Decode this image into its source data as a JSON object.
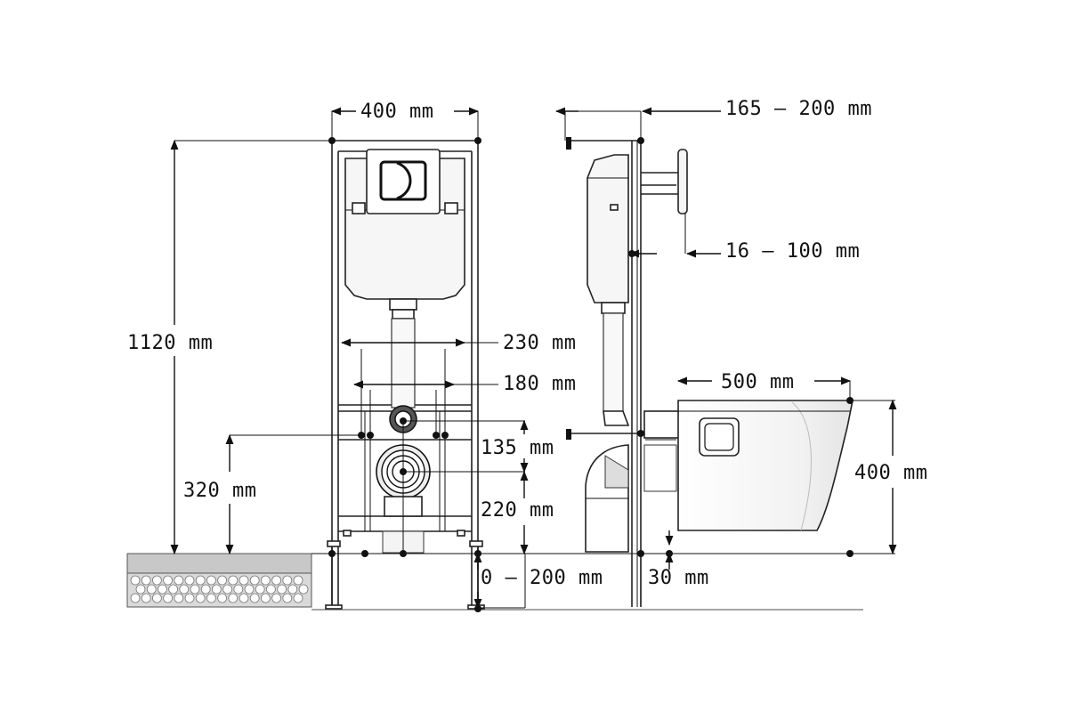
{
  "dimensions": {
    "width_front": "400 mm",
    "frame_height": "1120 mm",
    "drain_height": "320 mm",
    "spacing_230": "230 mm",
    "spacing_180": "180 mm",
    "height_135": "135 mm",
    "height_220": "220 mm",
    "floor_range": "0 – 200 mm",
    "depth_range": "165 – 200 mm",
    "wall_offset": "16 – 100 mm",
    "bowl_length": "500 mm",
    "bowl_height": "400 mm",
    "gap_30": "30 mm"
  }
}
